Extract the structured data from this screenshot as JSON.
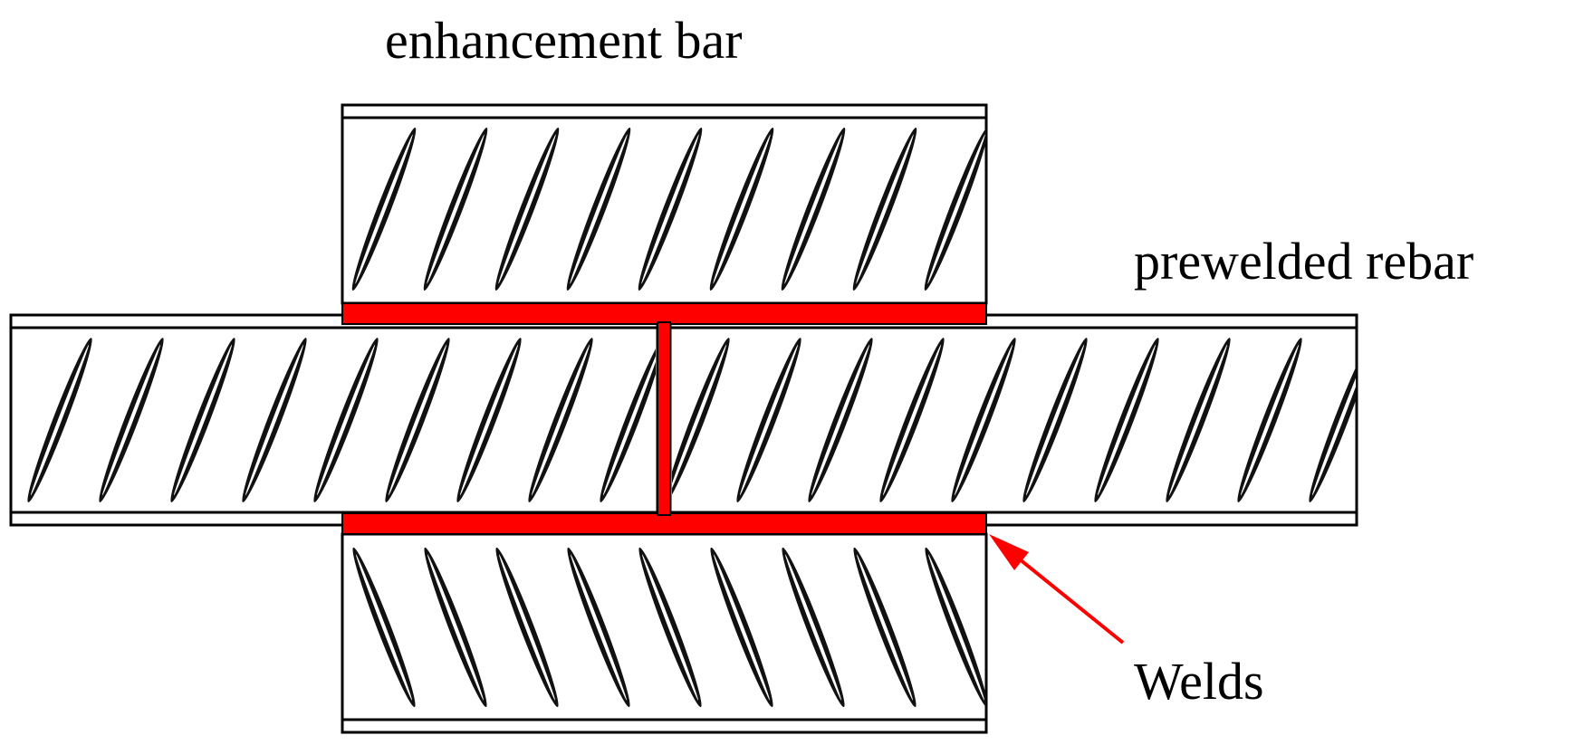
{
  "labels": {
    "enhancement_bar": "enhancement bar",
    "prewelded_rebar": "prewelded rebar",
    "welds": "Welds"
  },
  "colors": {
    "weld": "#ff0000",
    "outline": "#000000",
    "rib_fill": "#111111",
    "background": "#ffffff"
  }
}
